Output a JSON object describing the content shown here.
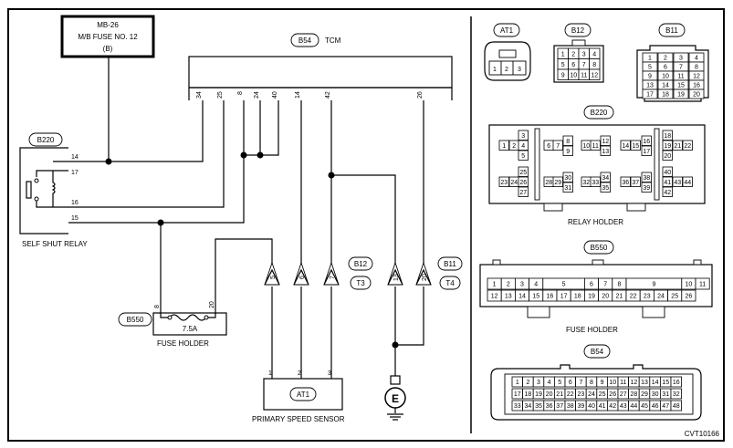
{
  "fuse_box": {
    "line1": "MB-26",
    "line2": "M/B FUSE NO. 12",
    "line3": "(B)"
  },
  "tcm": {
    "code": "B54",
    "label": "TCM",
    "pins": [
      "34",
      "25",
      "8",
      "24",
      "40",
      "14",
      "42",
      "26"
    ]
  },
  "relay": {
    "code": "B220",
    "label": "SELF SHUT RELAY",
    "pins": [
      "14",
      "17",
      "16",
      "15"
    ]
  },
  "fuse_holder": {
    "code": "B550",
    "label": "FUSE HOLDER",
    "fuse": "7.5A",
    "pin_left": "8",
    "pin_right": "20"
  },
  "sensor": {
    "code": "AT1",
    "label": "PRIMARY SPEED SENSOR",
    "pins": [
      "1",
      "2",
      "3"
    ]
  },
  "ground": {
    "symbol": "E"
  },
  "b12_group": {
    "code": "B12",
    "terminal": "T3",
    "pins": [
      "5",
      "6",
      "7"
    ]
  },
  "b11_group": {
    "code": "B11",
    "terminal": "T4",
    "pins": [
      "13",
      "20"
    ]
  },
  "connectors": {
    "at1": {
      "code": "AT1",
      "pins": [
        "1",
        "2",
        "3"
      ]
    },
    "b12": {
      "code": "B12",
      "rows": [
        [
          "1",
          "2",
          "3",
          "4"
        ],
        [
          "5",
          "6",
          "7",
          "8"
        ],
        [
          "9",
          "10",
          "11",
          "12"
        ]
      ]
    },
    "b11": {
      "code": "B11",
      "rows": [
        [
          "1",
          "2",
          "3",
          "4"
        ],
        [
          "5",
          "6",
          "7",
          "8"
        ],
        [
          "9",
          "10",
          "11",
          "12"
        ],
        [
          "13",
          "14",
          "15",
          "16"
        ],
        [
          "17",
          "18",
          "19",
          "20"
        ]
      ]
    },
    "b220": {
      "code": "B220",
      "label": "RELAY HOLDER",
      "col1": [
        "3",
        "1",
        "2",
        "4",
        "5",
        "25",
        "23",
        "24",
        "26",
        "27"
      ],
      "col2": [
        "6",
        "7",
        "8",
        "9",
        "28",
        "29",
        "30",
        "31"
      ],
      "col3": [
        "10",
        "11",
        "12",
        "13",
        "32",
        "33",
        "34",
        "35"
      ],
      "col4": [
        "14",
        "15",
        "16",
        "17",
        "36",
        "37",
        "38",
        "39"
      ],
      "col5": [
        "18",
        "19",
        "21",
        "22",
        "20",
        "40",
        "41",
        "43",
        "44",
        "42"
      ]
    },
    "b550": {
      "code": "B550",
      "label": "FUSE HOLDER",
      "top": [
        "1",
        "2",
        "3",
        "4",
        "5",
        "6",
        "7",
        "8",
        "9",
        "10",
        "11"
      ],
      "bottom": [
        "12",
        "13",
        "14",
        "15",
        "16",
        "17",
        "18",
        "19",
        "20",
        "21",
        "22",
        "23",
        "24",
        "25",
        "26"
      ]
    },
    "b54": {
      "code": "B54",
      "row1": [
        "1",
        "2",
        "3",
        "4",
        "5",
        "6",
        "7",
        "8",
        "9",
        "10",
        "11",
        "12",
        "13",
        "14",
        "15",
        "16"
      ],
      "row2": [
        "17",
        "18",
        "19",
        "20",
        "21",
        "22",
        "23",
        "24",
        "25",
        "26",
        "27",
        "28",
        "29",
        "30",
        "31",
        "32"
      ],
      "row3": [
        "33",
        "34",
        "35",
        "36",
        "37",
        "38",
        "39",
        "40",
        "41",
        "42",
        "43",
        "44",
        "45",
        "46",
        "47",
        "48"
      ]
    }
  },
  "figure_id": "CVT10166"
}
